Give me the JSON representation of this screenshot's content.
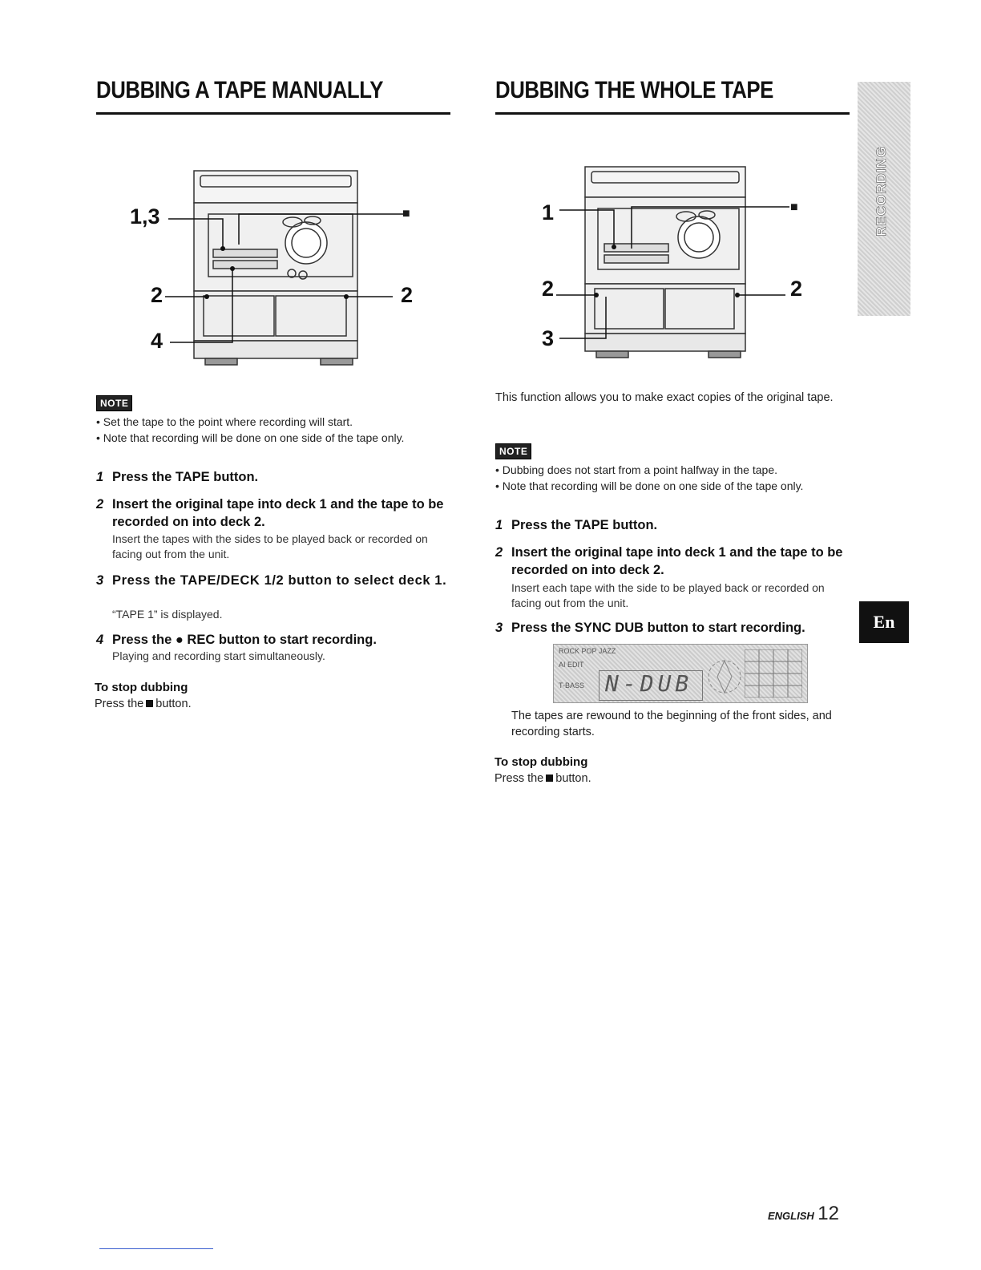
{
  "left": {
    "title": "DUBBING A TAPE MANUALLY",
    "callouts": {
      "c13": "1,3",
      "c2a": "2",
      "c2b": "2",
      "c4": "4",
      "stop_symbol": "■"
    },
    "note_label": "NOTE",
    "notes": [
      "• Set the tape to the point where recording will start.",
      "• Note that recording will be done on one side of the tape only."
    ],
    "steps": [
      {
        "num": "1",
        "text": "Press the TAPE button.",
        "sub": ""
      },
      {
        "num": "2",
        "text": "Insert the original tape into deck 1 and the tape to be recorded on into deck 2.",
        "sub": "Insert the tapes with the sides to be played back or recorded on facing out from the unit."
      },
      {
        "num": "3",
        "text": "Press the TAPE/DECK 1/2 button to select deck 1.",
        "sub": "“TAPE 1” is displayed."
      },
      {
        "num": "4",
        "text": "Press the ● REC button to start recording.",
        "sub": "Playing and recording start simultaneously."
      }
    ],
    "stop_heading": "To stop dubbing",
    "stop_pre": "Press the",
    "stop_post": "button."
  },
  "right": {
    "title": "DUBBING THE WHOLE TAPE",
    "callouts": {
      "c1": "1",
      "c2a": "2",
      "c2b": "2",
      "c3": "3",
      "stop_symbol": "■"
    },
    "intro": "This function allows you to make exact copies of the original tape.",
    "note_label": "NOTE",
    "notes": [
      "• Dubbing does not start from a point halfway in the tape.",
      "• Note that recording will be done on one side of the tape only."
    ],
    "steps": [
      {
        "num": "1",
        "text": "Press the TAPE button.",
        "sub": ""
      },
      {
        "num": "2",
        "text": "Insert the original tape into deck 1 and the tape to be recorded on into deck 2.",
        "sub": "Insert each tape with the side to be played back or recorded on facing out from the unit."
      },
      {
        "num": "3",
        "text": "Press the SYNC DUB button to start recording.",
        "sub": ""
      }
    ],
    "display": {
      "labels": [
        "ROCK POP JAZZ",
        "AI EDIT",
        "T-BASS"
      ],
      "readout": "N-DUB"
    },
    "after_display": "The tapes are rewound to the beginning of the front sides, and recording starts.",
    "stop_heading": "To stop dubbing",
    "stop_pre": "Press the",
    "stop_post": "button."
  },
  "side": {
    "section_tab": "RECORDING",
    "lang_tab": "En"
  },
  "footer": {
    "label": "ENGLISH",
    "page": "12"
  }
}
